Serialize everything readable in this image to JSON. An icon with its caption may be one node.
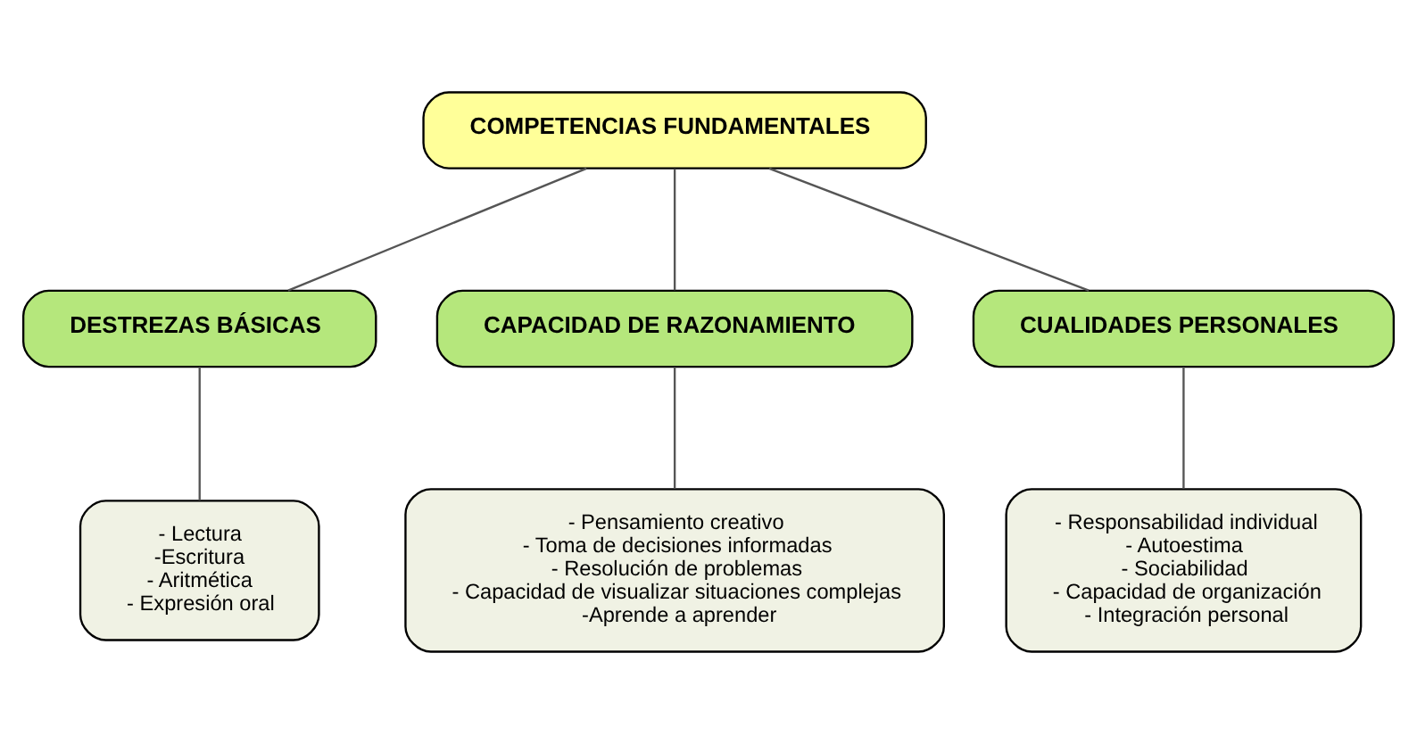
{
  "diagram": {
    "nodes": [
      {
        "text": [
          "COMPETENCIAS FUNDAMENTALES"
        ]
      },
      {
        "text": [
          "DESTREZAS BÁSICAS"
        ]
      },
      {
        "text": [
          "CAPACIDAD DE RAZONAMIENTO"
        ]
      },
      {
        "text": [
          "CUALIDADES PERSONALES"
        ]
      },
      {
        "text": [
          "- Lectura",
          "-Escritura",
          "- Aritmética",
          "- Expresión oral"
        ]
      },
      {
        "text": [
          "- Pensamiento creativo",
          "- Toma de decisiones informadas",
          "- Resolución de problemas",
          "- Capacidad de visualizar situaciones complejas",
          "-Aprende a aprender"
        ]
      },
      {
        "text": [
          "- Responsabilidad individual",
          "- Autoestima",
          "- Sociabilidad",
          "- Capacidad de organización",
          "- Integración personal"
        ]
      }
    ],
    "edges": [
      {
        "from": 0,
        "to": 1,
        "arrow": "none"
      },
      {
        "from": 0,
        "to": 2,
        "arrow": "none"
      },
      {
        "from": 0,
        "to": 3,
        "arrow": "none"
      },
      {
        "from": 1,
        "to": 4,
        "arrow": "none"
      },
      {
        "from": 2,
        "to": 5,
        "arrow": "none"
      },
      {
        "from": 3,
        "to": 6,
        "arrow": "none"
      }
    ]
  }
}
